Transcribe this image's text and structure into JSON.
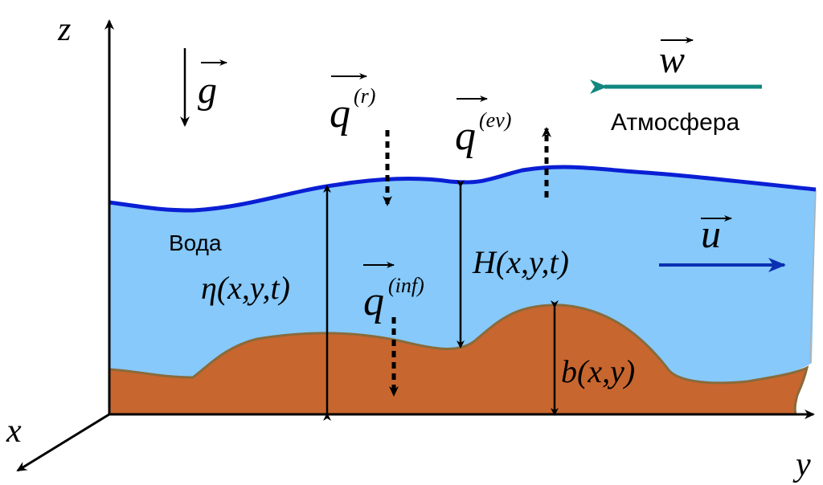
{
  "colors": {
    "water_fill": "#86c9fa",
    "water_surface": "#0a1fd4",
    "soil_fill": "#c8662f",
    "soil_edge": "#8a6a3a",
    "wind_arrow": "#11877f",
    "flow_arrow": "#0a2fb3",
    "axis": "#000000"
  },
  "axes": {
    "x": "x",
    "y": "y",
    "z": "z"
  },
  "labels": {
    "gravity": "g",
    "wind": "w",
    "atmosphere": "Атмосфера",
    "water": "Вода",
    "flow": "u",
    "rain_q": "q",
    "rain_sup": "(r)",
    "evap_q": "q",
    "evap_sup": "(ev)",
    "infil_q": "q",
    "infil_sup": "(inf)",
    "eta": "η(x,y,t)",
    "depth": "H(x,y,t)",
    "bottom": "b(x,y)"
  },
  "icons": {
    "vector_arrow": "vector-arrow-icon",
    "dashed_arrow": "dashed-arrow-icon"
  }
}
